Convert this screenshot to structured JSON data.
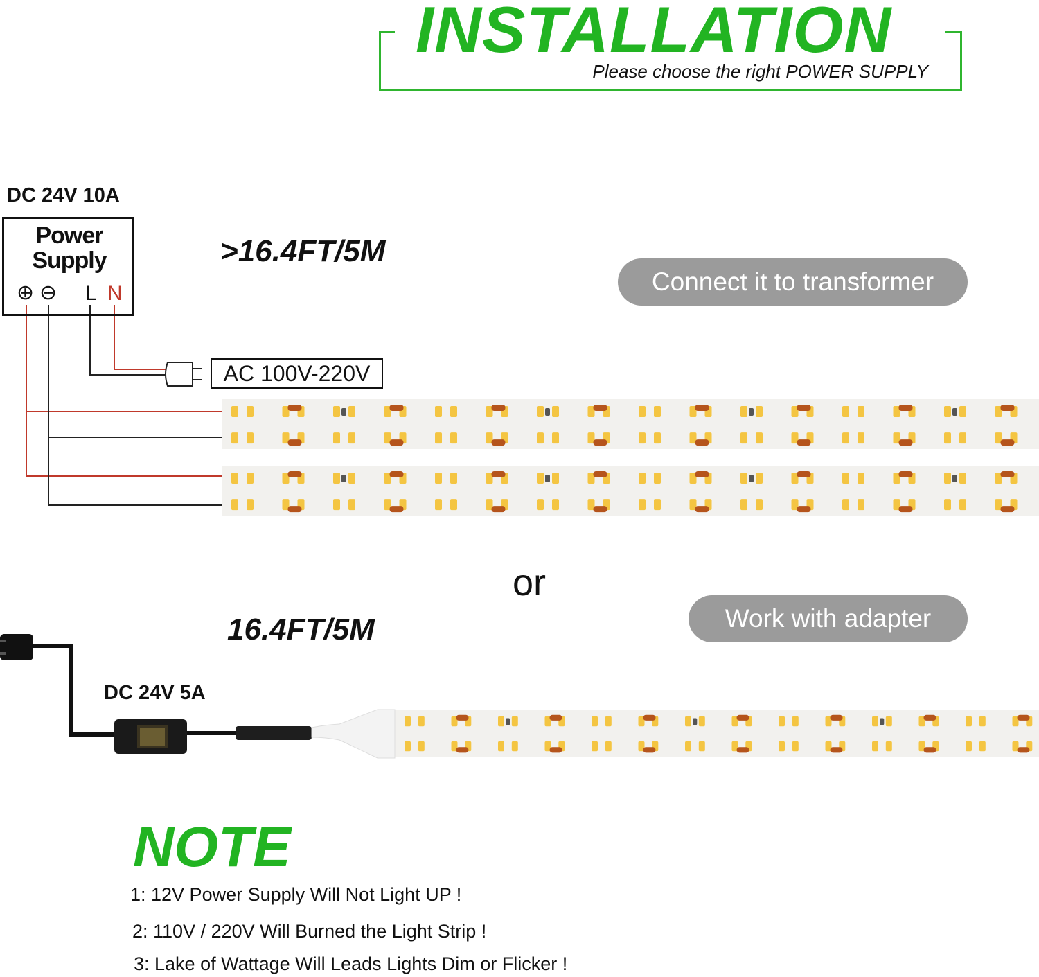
{
  "header": {
    "title": "INSTALLATION",
    "subtitle": "Please choose the right POWER SUPPLY"
  },
  "power_supply": {
    "spec": "DC 24V 10A",
    "name_line1": "Power",
    "name_line2": "Supply",
    "terminals": {
      "plus": "⊕",
      "minus": "⊖",
      "l": "L",
      "n": "N"
    },
    "ac_label": "AC 100V-220V"
  },
  "strip_top": {
    "length_label": ">16.4FT/5M",
    "pill_label": "Connect it to transformer"
  },
  "separator": "or",
  "strip_bottom": {
    "length_label": "16.4FT/5M",
    "pill_label": "Work with adapter",
    "adapter_spec": "DC 24V 5A"
  },
  "note": {
    "title": "NOTE",
    "items": [
      "1: 12V Power Supply Will Not Light UP !",
      "2: 110V / 220V  Will Burned the Light Strip !",
      "3: Lake of Wattage Will Leads Lights Dim or Flicker !"
    ]
  },
  "colors": {
    "accent_green": "#22b422",
    "pill_gray": "#9b9b9b",
    "wire_red": "#c0392b",
    "wire_black": "#222222",
    "led_yellow": "#f4c542",
    "resistor_brown": "#b5541c"
  }
}
